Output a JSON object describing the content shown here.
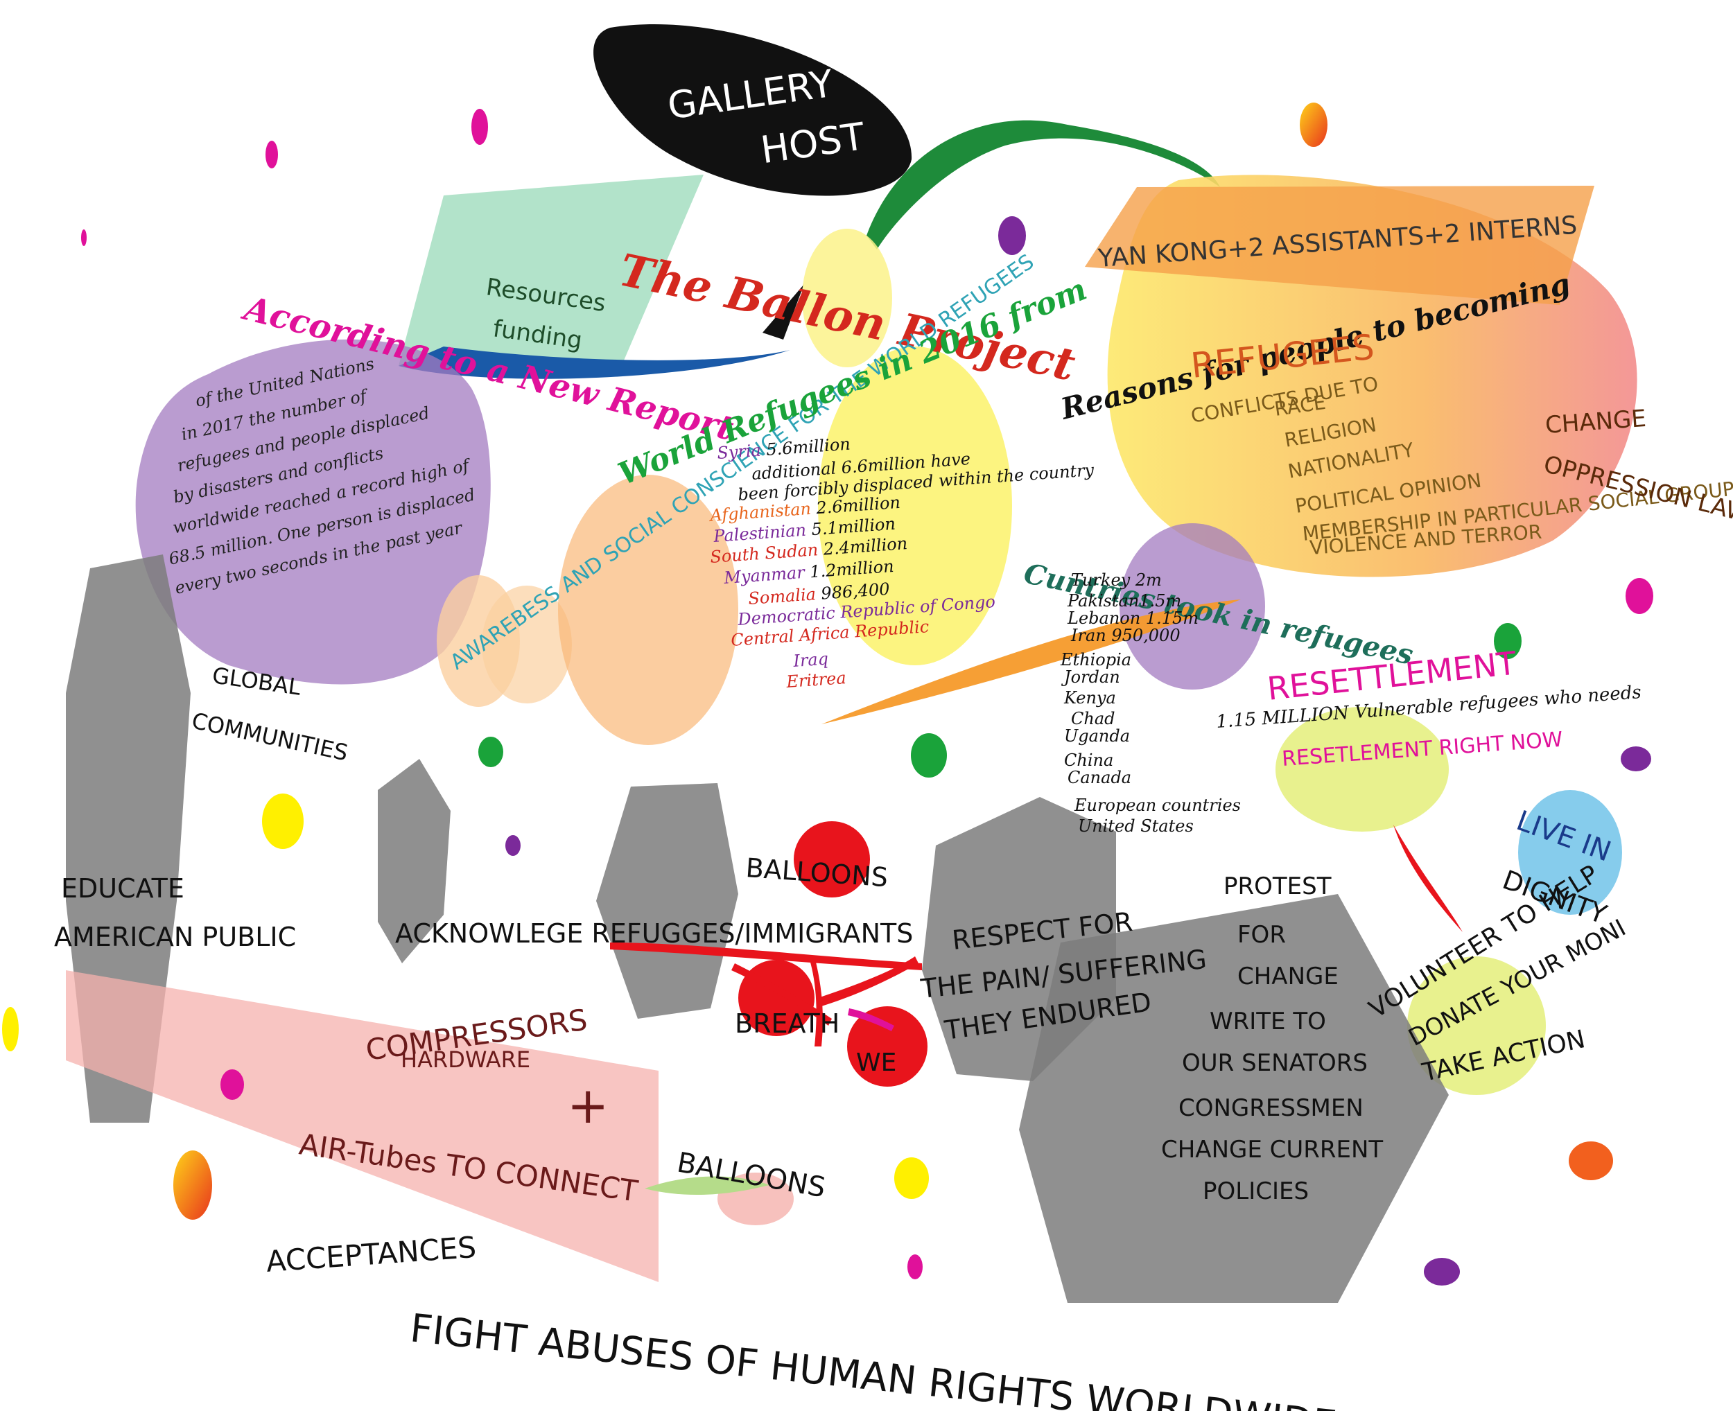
{
  "host": {
    "line1": "GALLERY",
    "line2": "HOST"
  },
  "resources": {
    "line1": "Resources",
    "line2": "funding"
  },
  "project_title": "The Ballon Project",
  "team": "YAN KONG+2 ASSISTANTS+2 INTERNS",
  "report": {
    "title": "According to a New Report",
    "lines": [
      "of the United Nations",
      "in 2017 the number of",
      "refugees and people displaced",
      "by disasters and conflicts",
      "worldwide reached a record high of",
      "68.5 million. One person is displaced",
      "every two seconds in the past year"
    ]
  },
  "global": {
    "line1": "GLOBAL",
    "line2": "COMMUNITIES"
  },
  "awareness": {
    "line1": "AWAREBESS AND SOCIAL CONSCIENCE FOR THE WORLD REFUGEES"
  },
  "world_refugees": {
    "title": "World Refugees in 2016 from",
    "rows": [
      {
        "country": "Syria",
        "value": "5.6million",
        "color": "#7a2a9a"
      },
      {
        "country": "",
        "value": "additional 6.6million have",
        "color": "#111111"
      },
      {
        "country": "",
        "value": "been forcibly displaced within the country",
        "color": "#111111"
      },
      {
        "country": "Afghanistan",
        "value": "2.6million",
        "color": "#e8661e"
      },
      {
        "country": "Palestinian",
        "value": "5.1million",
        "color": "#7a2a9a"
      },
      {
        "country": "South Sudan",
        "value": "2.4million",
        "color": "#d4281e"
      },
      {
        "country": "Myanmar",
        "value": "1.2million",
        "color": "#7a2a9a"
      },
      {
        "country": "Somalia",
        "value": "986,400",
        "color": "#d4281e"
      },
      {
        "country": "Democratic Republic of Congo",
        "value": "",
        "color": "#7a2a9a"
      },
      {
        "country": "Central Africa Republic",
        "value": "",
        "color": "#d4281e"
      },
      {
        "country": "Iraq",
        "value": "",
        "color": "#7a2a9a"
      },
      {
        "country": "Eritrea",
        "value": "",
        "color": "#d4281e"
      }
    ]
  },
  "reasons": {
    "title": "Reasons for people to becoming",
    "refugees": "REFUGEES",
    "items": [
      "CONFLICTS DUE TO",
      "RACE",
      "RELIGION",
      "NATIONALITY",
      "POLITICAL OPINION",
      "MEMBERSHIP IN PARTICULAR SOCIAL GROUP",
      "VIOLENCE AND TERROR"
    ],
    "change1": "CHANGE",
    "change2": "OPPRESSION LAWS"
  },
  "countries": {
    "title": "Cuntries took in refugees",
    "items": [
      "Turkey  2m",
      "Pakistan1.5m",
      "Lebanon 1.15m",
      "Iran 950,000",
      "Ethiopia",
      "Jordan",
      "Kenya",
      "Chad",
      "Uganda",
      "China",
      "Canada",
      "European countries",
      "United States"
    ]
  },
  "resettlement": {
    "title": "RESETTLEMENT",
    "line1": "1.15 MILLION Vulnerable refugees who needs",
    "line2": "RESETLEMENT RIGHT NOW"
  },
  "live": {
    "line1": "LIVE IN",
    "line2": "DIGNITY"
  },
  "actions": {
    "volunteer": "VOLUNTEER TO HELP",
    "donate": "DONATE YOUR MONI",
    "take": "TAKE ACTION"
  },
  "educate": {
    "line1": "EDUCATE",
    "line2": "AMERICAN PUBLIC"
  },
  "acknowledge": "ACKNOWLEGE REFUGGES/IMMIGRANTS",
  "balloons_top": "BALLOONS",
  "breath": "BREATH",
  "we": "WE",
  "respect": {
    "line1": "RESPECT FOR",
    "line2": "THE PAIN/ SUFFERING",
    "line3": "THEY ENDURED"
  },
  "protest": {
    "lines": [
      "PROTEST",
      "FOR",
      "CHANGE",
      "WRITE TO",
      "OUR SENATORS",
      "CONGRESSMEN",
      "CHANGE CURRENT",
      "POLICIES"
    ]
  },
  "hardware": {
    "compressors": "COMPRESSORS",
    "hardware": "HARDWARE",
    "plus": "+",
    "tubes": "AIR-Tubes TO CONNECT"
  },
  "balloons_bottom": "BALLOONS",
  "acceptances": "ACCEPTANCES",
  "fight": "FIGHT ABUSES OF HUMAN RIGHTS WORLDWIDE",
  "colors": {
    "purple": "#7b3f98",
    "magenta": "#e0119a",
    "green": "#1aa33a",
    "yellow": "#fff000",
    "red": "#e8141c",
    "gray": "#808080",
    "orange": "#f7a84a"
  }
}
